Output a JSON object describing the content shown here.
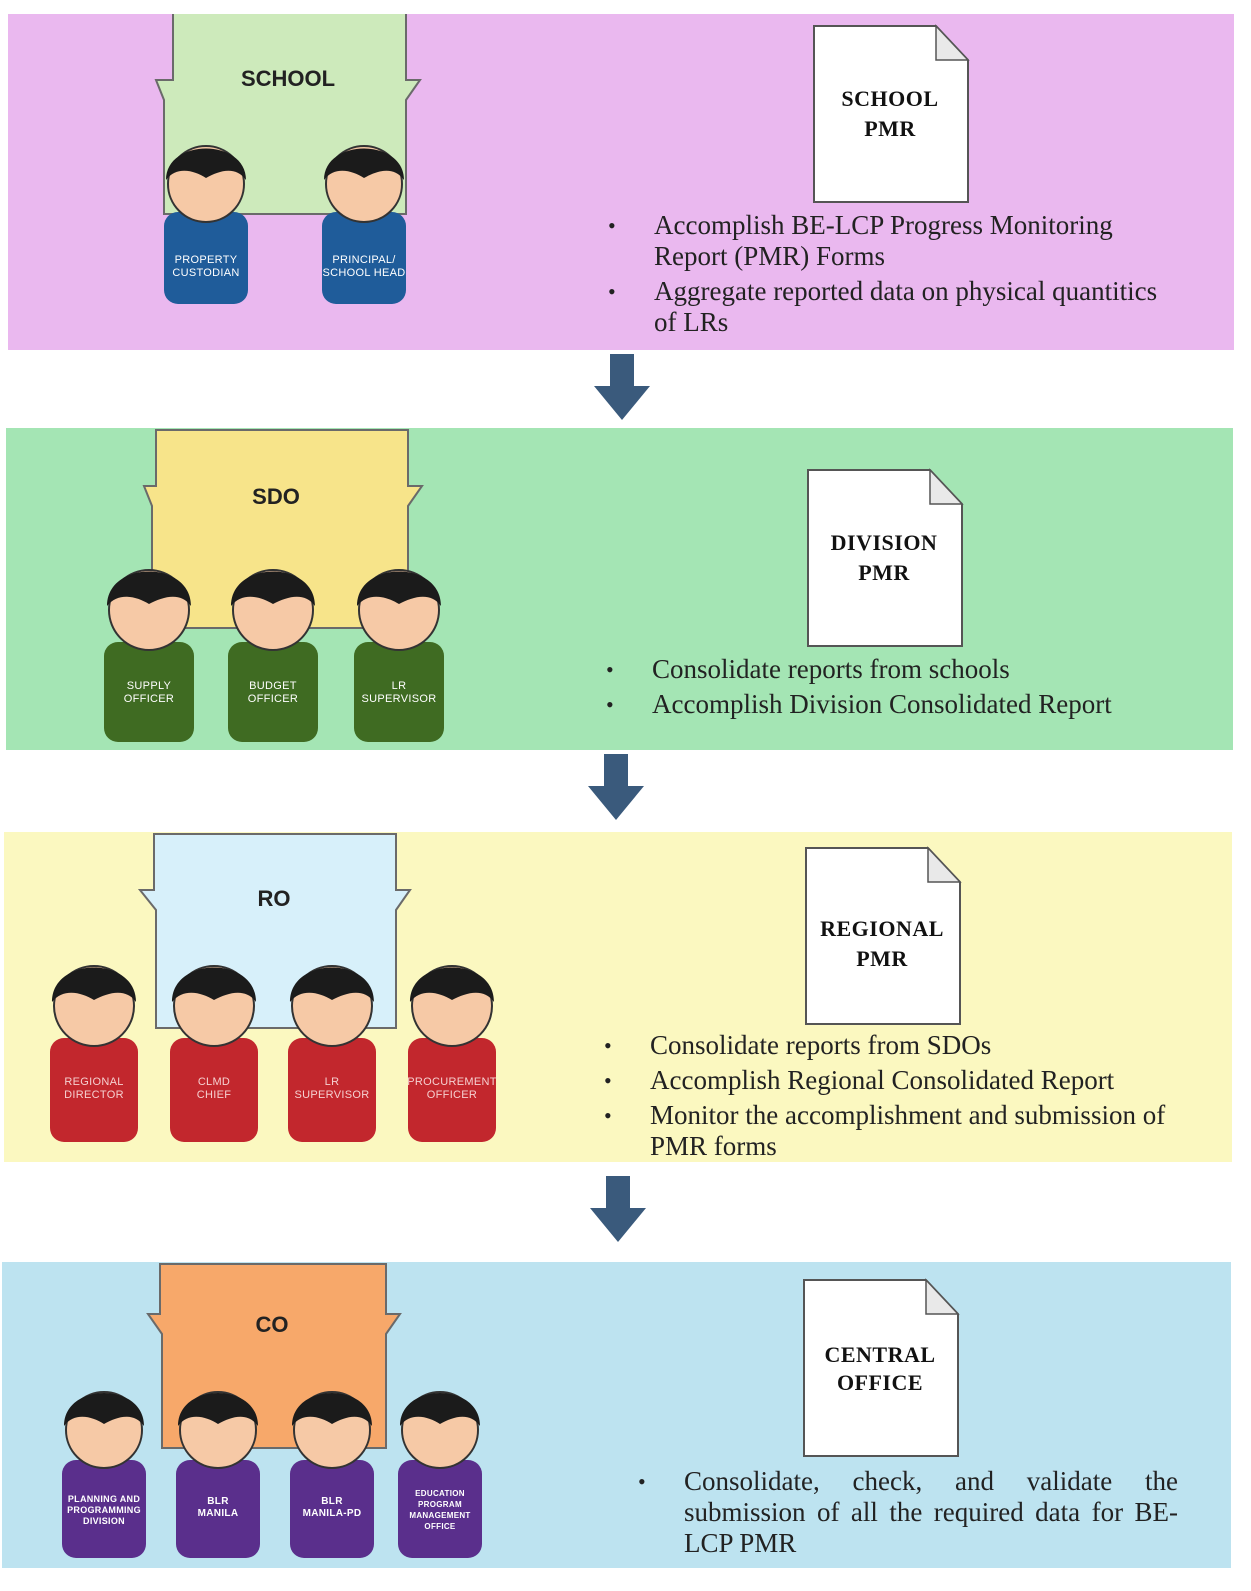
{
  "colors": {
    "band_school": "#eab8ef",
    "band_sdo": "#a4e5b4",
    "band_ro": "#fbf8c0",
    "band_co": "#bde3f0",
    "house_school": "#cdeabb",
    "house_sdo": "#f7e48a",
    "house_ro": "#d7f0fa",
    "house_co": "#f7a86a",
    "shirt_school": "#1f5c9a",
    "shirt_sdo": "#3f6b22",
    "shirt_ro": "#c2272d",
    "shirt_co": "#5a2f8c",
    "arrow": "#3a5a7c"
  },
  "levels": [
    {
      "house_label": "SCHOOL",
      "personnel": [
        "PROPERTY CUSTODIAN",
        "PRINCIPAL/ SCHOOL HEAD"
      ],
      "document": [
        "SCHOOL",
        "PMR"
      ],
      "tasks": [
        "Accomplish  BE-LCP Progress Monitoring Report (PMR) Forms",
        "Aggregate reported data on physical quantitics of LRs"
      ]
    },
    {
      "house_label": "SDO",
      "personnel": [
        "SUPPLY OFFICER",
        "BUDGET OFFICER",
        "LR SUPERVISOR"
      ],
      "document": [
        "DIVISION",
        "PMR"
      ],
      "tasks": [
        "Consolidate reports from schools",
        "Accomplish Division Consolidated Report"
      ]
    },
    {
      "house_label": "RO",
      "personnel": [
        "REGIONAL DIRECTOR",
        "CLMD CHIEF",
        "LR SUPERVISOR",
        "PROCUREMENT OFFICER"
      ],
      "document": [
        "REGIONAL",
        "PMR"
      ],
      "tasks": [
        "Consolidate reports from SDOs",
        "Accomplish Regional Consolidated Report",
        "Monitor the accomplishment and submission of PMR forms"
      ]
    },
    {
      "house_label": "CO",
      "personnel": [
        "PLANNING AND PROGRAMMING DIVISION",
        "BLR MANILA",
        "BLR MANILA-PD",
        "EDUCATION PROGRAM MANAGEMENT OFFICE"
      ],
      "document": [
        "CENTRAL",
        "OFFICE"
      ],
      "tasks": [
        "Consolidate, check, and validate the submission of all the required data for BE-LCP PMR"
      ]
    }
  ]
}
